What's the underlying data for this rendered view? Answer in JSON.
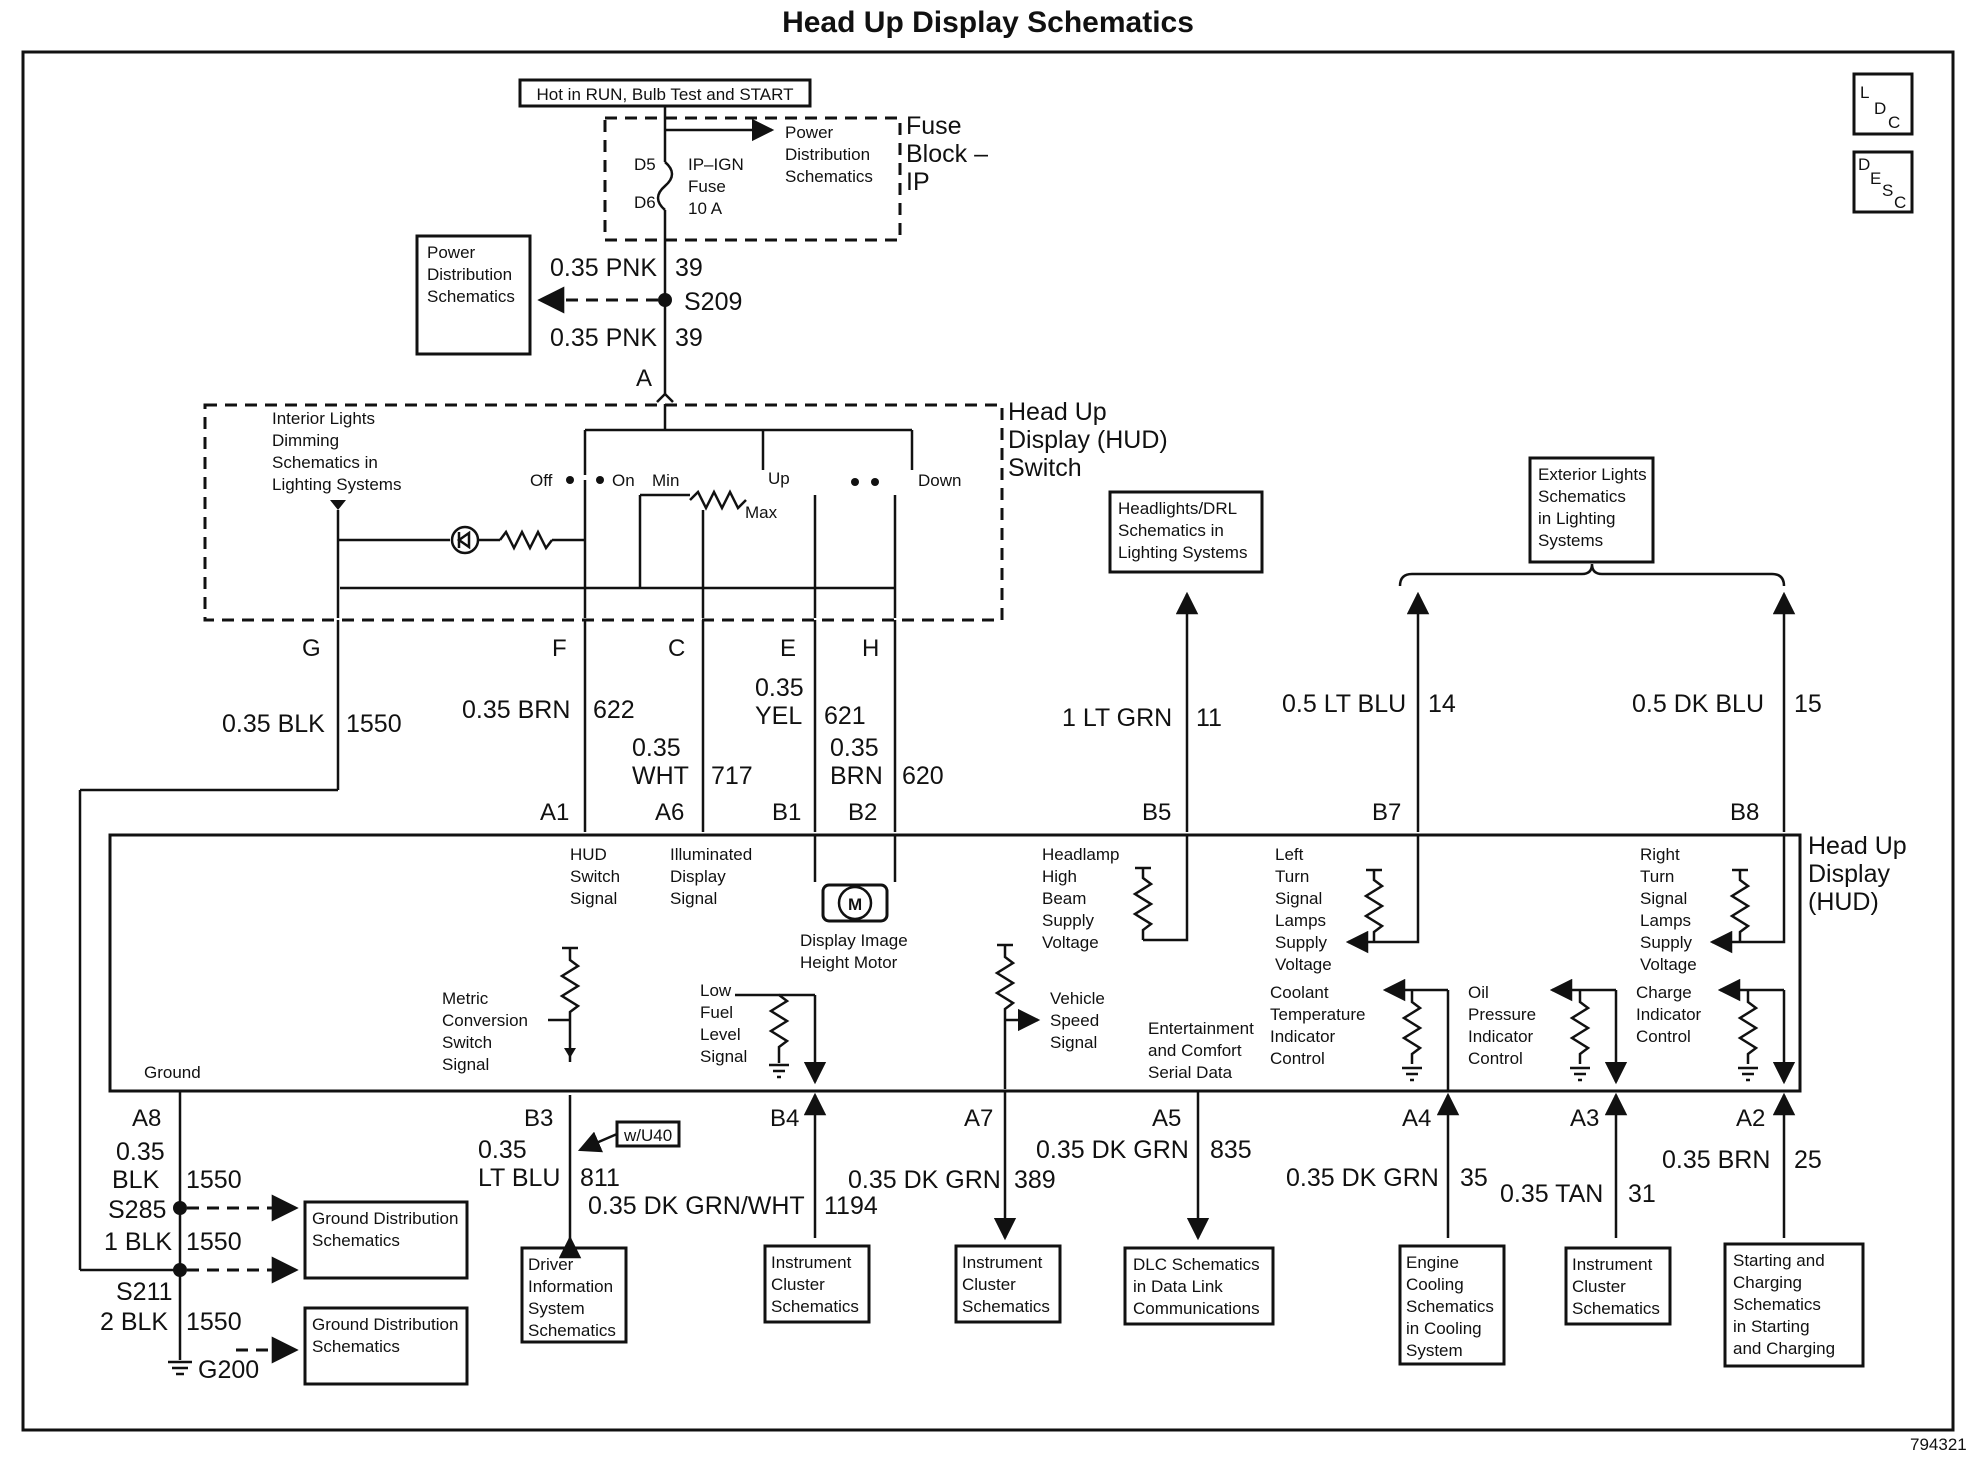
{
  "title": "Head Up Display Schematics",
  "figure_id": "794321",
  "badges": {
    "ldc": [
      "L",
      "D",
      "C"
    ],
    "desc": [
      "D",
      "E",
      "S",
      "C"
    ]
  },
  "fuse": {
    "hot_label": "Hot in RUN, Bulb Test and START",
    "power_dist": [
      "Power",
      "Distribution",
      "Schematics"
    ],
    "pins": [
      "D5",
      "D6"
    ],
    "fuse_name": [
      "IP–IGN",
      "Fuse",
      "10 A"
    ],
    "block_label": [
      "Fuse",
      "Block –",
      "IP"
    ]
  },
  "s209": {
    "name": "S209",
    "wire_top": "0.35 PNK",
    "wire_bottom": "0.35 PNK",
    "circuit": "39",
    "pin": "A",
    "power_box": [
      "Power",
      "Distribution",
      "Schematics"
    ]
  },
  "switch": {
    "label": [
      "Head Up",
      "Display (HUD)",
      "Switch"
    ],
    "dimming": [
      "Interior Lights",
      "Dimming",
      "Schematics in",
      "Lighting Systems"
    ],
    "off": "Off",
    "on": "On",
    "min": "Min",
    "max": "Max",
    "up": "Up",
    "down": "Down",
    "pins": [
      "G",
      "F",
      "C",
      "E",
      "H"
    ]
  },
  "mid_wires": {
    "g": [
      "0.35 BLK",
      "1550"
    ],
    "f": [
      "0.35 BRN",
      "622"
    ],
    "c": [
      "0.35",
      "WHT",
      "717"
    ],
    "e": [
      "0.35",
      "YEL",
      "621"
    ],
    "h": [
      "0.35",
      "BRN",
      "620"
    ],
    "b5": [
      "1 LT GRN",
      "11"
    ],
    "b7": [
      "0.5 LT BLU",
      "14"
    ],
    "b8": [
      "0.5 DK BLU",
      "15"
    ]
  },
  "top_refs": {
    "headlights": [
      "Headlights/DRL",
      "Schematics in",
      "Lighting Systems"
    ],
    "exterior": [
      "Exterior Lights",
      "Schematics",
      "in Lighting",
      "Systems"
    ]
  },
  "hud": {
    "label": [
      "Head Up",
      "Display",
      "(HUD)"
    ],
    "top_pins": [
      "A1",
      "A6",
      "B1",
      "B2",
      "B5",
      "B7",
      "B8"
    ],
    "bottom_pins": [
      "A8",
      "B3",
      "B4",
      "A7",
      "A5",
      "A4",
      "A3",
      "A2"
    ],
    "switch_signal": [
      "HUD",
      "Switch",
      "Signal"
    ],
    "illum": [
      "Illuminated",
      "Display",
      "Signal"
    ],
    "motor_letter": "M",
    "motor": [
      "Display Image",
      "Height Motor"
    ],
    "headlamp": [
      "Headlamp",
      "High",
      "Beam",
      "Supply",
      "Voltage"
    ],
    "left_turn": [
      "Left",
      "Turn",
      "Signal",
      "Lamps",
      "Supply",
      "Voltage"
    ],
    "right_turn": [
      "Right",
      "Turn",
      "Signal",
      "Lamps",
      "Supply",
      "Voltage"
    ],
    "metric": [
      "Metric",
      "Conversion",
      "Switch",
      "Signal"
    ],
    "low_fuel": [
      "Low",
      "Fuel",
      "Level",
      "Signal"
    ],
    "vss": [
      "Vehicle",
      "Speed",
      "Signal"
    ],
    "ent": [
      "Entertainment",
      "and Comfort",
      "Serial Data"
    ],
    "coolant": [
      "Coolant",
      "Temperature",
      "Indicator",
      "Control"
    ],
    "oil": [
      "Oil",
      "Pressure",
      "Indicator",
      "Control"
    ],
    "charge": [
      "Charge",
      "Indicator",
      "Control"
    ],
    "ground": "Ground"
  },
  "bottom": {
    "a8": {
      "w1": [
        "0.35",
        "BLK",
        "1550"
      ],
      "s285": "S285",
      "w2": [
        "1 BLK",
        "1550"
      ],
      "s211": "S211",
      "w3": [
        "2 BLK",
        "1550"
      ],
      "g200": "G200"
    },
    "ground_dist": [
      "Ground Distribution",
      "Schematics"
    ],
    "b3": {
      "wire": [
        "0.35",
        "LT BLU",
        "811"
      ],
      "option": "w/U40",
      "box": [
        "Driver",
        "Information",
        "System",
        "Schematics"
      ]
    },
    "b4": {
      "wire": [
        "0.35 DK GRN/WHT",
        "1194"
      ],
      "box": [
        "Instrument",
        "Cluster",
        "Schematics"
      ]
    },
    "a7": {
      "wire": [
        "0.35 DK GRN",
        "389"
      ],
      "box": [
        "Instrument",
        "Cluster",
        "Schematics"
      ]
    },
    "a5": {
      "wire": [
        "0.35 DK GRN",
        "835"
      ],
      "box": [
        "DLC Schematics",
        "in Data Link",
        "Communications"
      ]
    },
    "a4": {
      "wire": [
        "0.35 DK GRN",
        "35"
      ],
      "box": [
        "Engine",
        "Cooling",
        "Schematics",
        "in Cooling",
        "System"
      ]
    },
    "a3": {
      "wire": [
        "0.35 TAN",
        "31"
      ],
      "box": [
        "Instrument",
        "Cluster",
        "Schematics"
      ]
    },
    "a2": {
      "wire": [
        "0.35 BRN",
        "25"
      ],
      "box": [
        "Starting and",
        "Charging",
        "Schematics",
        "in Starting",
        "and Charging"
      ]
    }
  }
}
